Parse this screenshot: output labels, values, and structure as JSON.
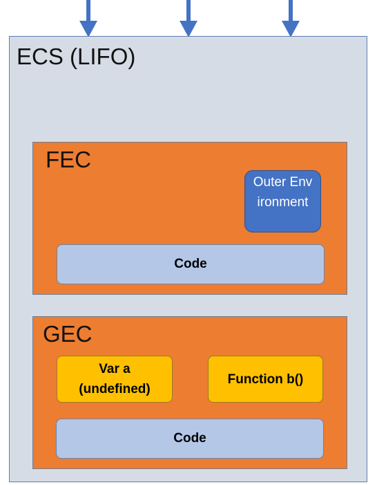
{
  "arrows": [
    "down-arrow",
    "down-arrow",
    "down-arrow"
  ],
  "ecs": {
    "title": "ECS (LIFO)"
  },
  "fec": {
    "title": "FEC",
    "outer_environment": "Outer Environment",
    "code": "Code"
  },
  "gec": {
    "title": "GEC",
    "var_a_line1": "Var a",
    "var_a_line2": "(undefined)",
    "function_b": "Function b()",
    "code": "Code"
  },
  "colors": {
    "ecs_background": "#d6dce5",
    "context_background": "#ed7d31",
    "code_background": "#b4c7e7",
    "outer_env_background": "#4472c4",
    "variable_background": "#ffc000",
    "arrow": "#4472c4"
  }
}
